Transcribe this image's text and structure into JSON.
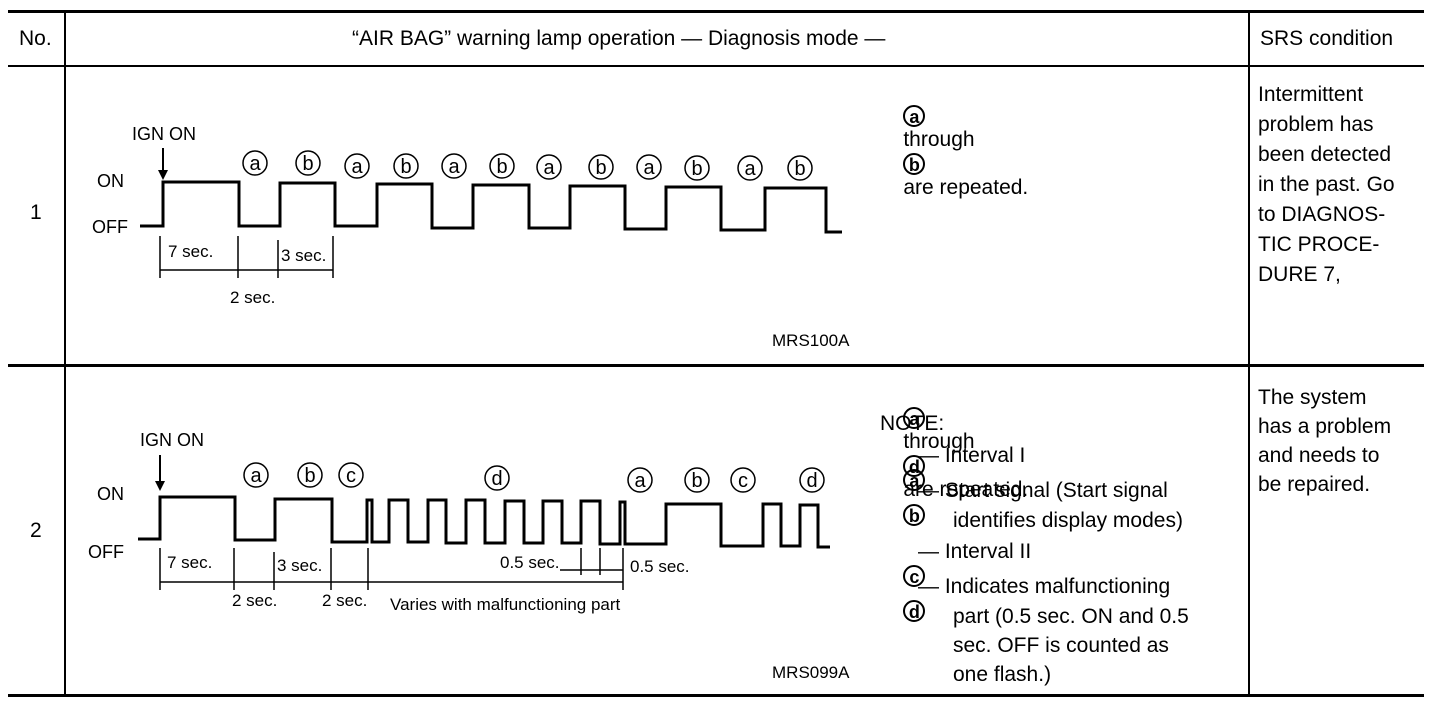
{
  "header": {
    "col_no": "No.",
    "col_operation": "“AIR BAG” warning lamp operation — Diagnosis mode —",
    "col_condition": "SRS condition"
  },
  "rows": [
    {
      "no": "1",
      "diagram": {
        "ign_label": "IGN ON",
        "on_label": "ON",
        "off_label": "OFF",
        "letters": [
          "a",
          "b",
          "a",
          "b",
          "a",
          "b",
          "a",
          "b",
          "a",
          "b",
          "a",
          "b"
        ],
        "dim_7": "7 sec.",
        "dim_3": "3 sec.",
        "dim_2": "2 sec.",
        "code": "MRS100A"
      },
      "description": {
        "repeat_from": "a",
        "repeat_word": "through",
        "repeat_to": "b",
        "repeat_tail": "are repeated."
      },
      "condition": [
        "Intermittent",
        "problem has",
        "been detected",
        "in the past. Go",
        "to DIAGNOS-",
        "TIC PROCE-",
        "DURE 7,"
      ]
    },
    {
      "no": "2",
      "diagram": {
        "ign_label": "IGN ON",
        "on_label": "ON",
        "off_label": "OFF",
        "letters_first": [
          "a",
          "b",
          "c",
          "d"
        ],
        "letters_second": [
          "a",
          "b",
          "c",
          "d"
        ],
        "dim_7": "7 sec.",
        "dim_3": "3 sec.",
        "dim_2a": "2 sec.",
        "dim_2b": "2 sec.",
        "dim_varies": "Varies with malfunctioning part",
        "dim_05a": "0.5 sec.",
        "dim_05b": "0.5 sec.",
        "code": "MRS099A"
      },
      "description": {
        "repeat_from": "a",
        "repeat_word": "through",
        "repeat_to": "d",
        "repeat_tail": "are repeated.",
        "note_label": "NOTE:",
        "notes": [
          {
            "key": "a",
            "lines": [
              "— Interval I"
            ]
          },
          {
            "key": "b",
            "lines": [
              "— Start signal (Start signal",
              "identifies display modes)"
            ]
          },
          {
            "key": "c",
            "lines": [
              "— Interval II"
            ]
          },
          {
            "key": "d",
            "lines": [
              "— Indicates malfunctioning",
              "part (0.5 sec. ON and 0.5",
              "sec. OFF is counted as",
              "one flash.)"
            ]
          }
        ]
      },
      "condition": [
        "The system",
        "has a problem",
        "and needs to",
        "be repaired."
      ]
    }
  ]
}
